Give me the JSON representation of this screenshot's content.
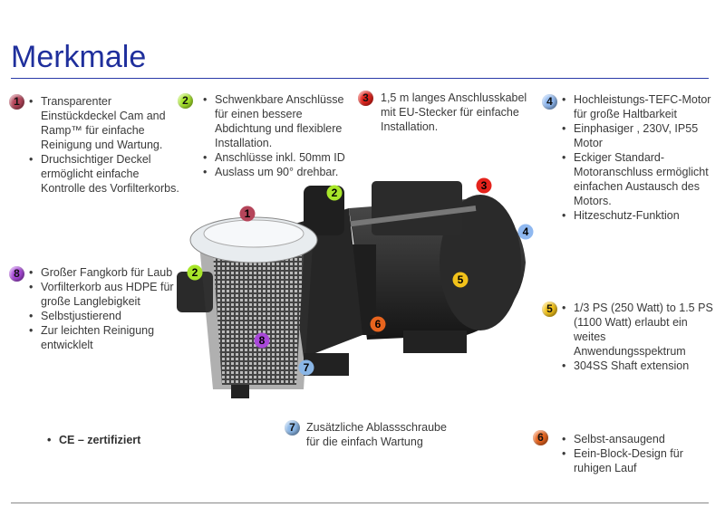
{
  "title": "Merkmale",
  "badge_colors": {
    "1": "#b5455a",
    "2": "#a8e62a",
    "3": "#e4231c",
    "4": "#8fb8f0",
    "5": "#f2c21a",
    "6": "#e8641e",
    "7": "#8ab6e6",
    "8": "#a848d8"
  },
  "features": {
    "f1": {
      "num": "1",
      "items": [
        "Transparenter Einstückdeckel Cam and Ramp™ für einfache Reinigung und Wartung.",
        "Druchsichtiger Deckel ermöglicht einfache Kontrolle des Vorfilterkorbs."
      ]
    },
    "f2": {
      "num": "2",
      "items": [
        "Schwenkbare Anschlüsse für einen bessere Abdichtung und flexiblere Installation.",
        "Anschlüsse inkl. 50mm ID",
        "Auslass um 90° drehbar."
      ]
    },
    "f3": {
      "num": "3",
      "text": "1,5 m langes Anschlusskabel mit EU-Stecker für einfache Installation."
    },
    "f4": {
      "num": "4",
      "items": [
        "Hochleistungs-TEFC-Motor für große Haltbarkeit",
        "Einphasiger , 230V, IP55 Motor",
        "Eckiger Standard-Motoranschluss ermöglicht einfachen Austausch des Motors.",
        "Hitzeschutz-Funktion"
      ]
    },
    "f5": {
      "num": "5",
      "items": [
        "1/3 PS (250 Watt) to 1.5 PS (1100 Watt) erlaubt ein weites Anwendungsspektrum",
        "304SS Shaft extension"
      ]
    },
    "f6": {
      "num": "6",
      "items": [
        "Selbst-ansaugend",
        "Eein-Block-Design für ruhigen  Lauf"
      ]
    },
    "f7": {
      "num": "7",
      "text": "Zusätzliche Ablassschraube für die einfach Wartung"
    },
    "f8": {
      "num": "8",
      "items": [
        "Großer Fangkorb für Laub",
        "Vorfilterkorb aus HDPE für große Langlebigkeit",
        "Selbstjustierend",
        "Zur leichten Reinigung entwicklelt"
      ]
    },
    "ce": "CE – zertifiziert"
  }
}
